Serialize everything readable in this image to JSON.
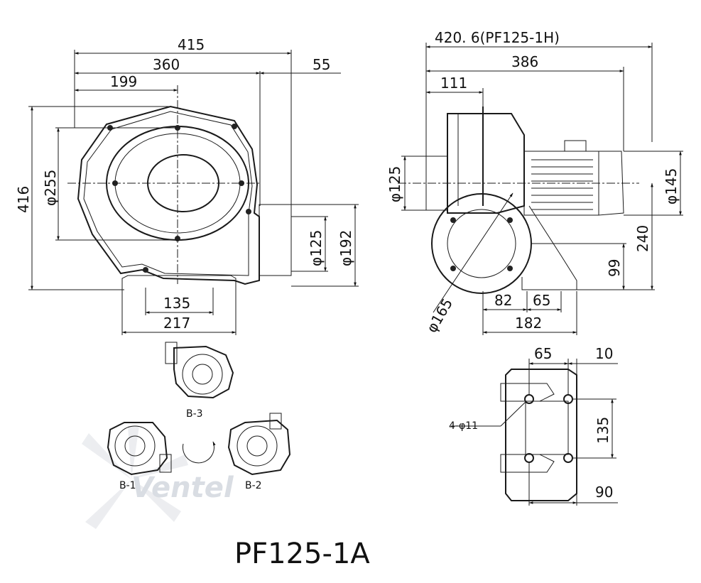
{
  "title": "PF125-1A",
  "watermark": "Ventel",
  "front_view": {
    "dim_415": "415",
    "dim_360": "360",
    "dim_199": "199",
    "dim_55": "55",
    "dim_416": "416",
    "dim_phi255": "φ255",
    "dim_phi125": "φ125",
    "dim_phi192": "φ192",
    "dim_135": "135",
    "dim_217": "217"
  },
  "side_view": {
    "dim_420_6": "420. 6(PF125-1H)",
    "dim_386": "386",
    "dim_111": "111",
    "dim_phi125": "φ125",
    "dim_phi145": "φ145",
    "dim_240": "240",
    "dim_99": "99",
    "dim_phi165": "φ165",
    "dim_82": "82",
    "dim_65": "65",
    "dim_182": "182"
  },
  "base_view": {
    "dim_65": "65",
    "dim_10": "10",
    "dim_135": "135",
    "dim_90": "90",
    "hole_label": "4-φ11"
  },
  "orientations": {
    "b3": "B-3",
    "b1": "B-1",
    "b2": "B-2"
  }
}
